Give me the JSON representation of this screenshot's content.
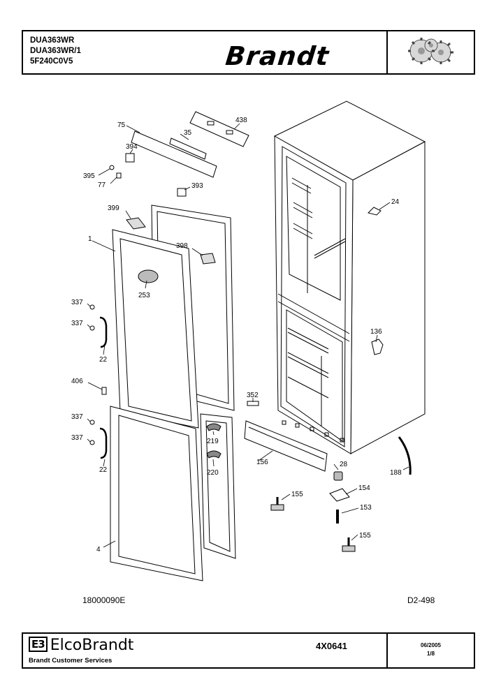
{
  "header": {
    "models": [
      "DUA363WR",
      "DUA363WR/1",
      "5F240C0V5"
    ],
    "brand": "Brandt",
    "logo_icon": "gears-icon"
  },
  "diagram": {
    "drawing_left": "18000090E",
    "drawing_right": "D2-498",
    "labels": {
      "p75": "75",
      "p35": "35",
      "p438": "438",
      "p394": "394",
      "p395": "395",
      "p77": "77",
      "p393": "393",
      "p24": "24",
      "p399": "399",
      "p1": "1",
      "p398": "398",
      "p253": "253",
      "p337a": "337",
      "p337b": "337",
      "p22a": "22",
      "p136": "136",
      "p406": "406",
      "p352": "352",
      "p337c": "337",
      "p337d": "337",
      "p219": "219",
      "p22b": "22",
      "p220": "220",
      "p156": "156",
      "p28": "28",
      "p188": "188",
      "p154": "154",
      "p155a": "155",
      "p153": "153",
      "p155b": "155",
      "p4": "4"
    }
  },
  "footer": {
    "company_mark": "E3",
    "company": "ElcoBrandt",
    "services": "Brandt Customer Services",
    "doc_number": "4X0641",
    "date": "06/2005",
    "page": "1/8"
  }
}
